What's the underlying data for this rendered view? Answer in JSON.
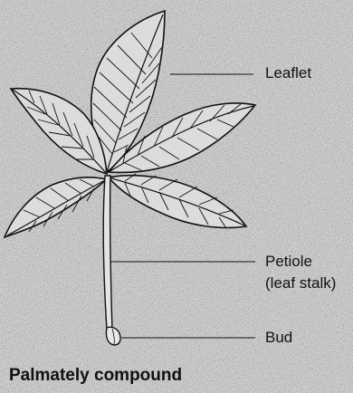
{
  "labels": {
    "leaflet": "Leaflet",
    "petiole": "Petiole",
    "petiole_note": "(leaf stalk)",
    "bud": "Bud"
  },
  "caption": "Palmately compound",
  "colors": {
    "background": "#c9c9c9",
    "ink": "#111111",
    "leaf_fill": "#d8d8d8"
  }
}
